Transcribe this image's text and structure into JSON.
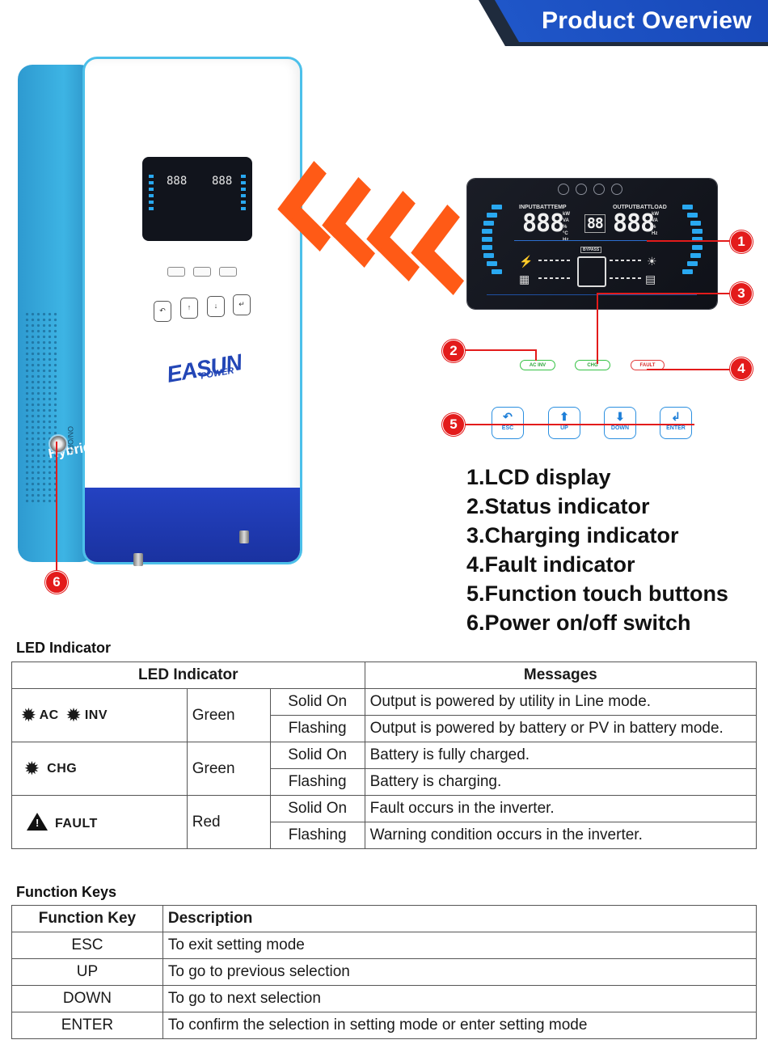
{
  "header": {
    "title": "Product Overview"
  },
  "device": {
    "model_label": "Hybrid Solar Inverter",
    "brand": "EASUN",
    "brand_sub": "POWER",
    "switch_label": "ON/OFF"
  },
  "lcd": {
    "input_label": "INPUTBATTTEMP",
    "output_label": "OUTPUTBATTLOAD",
    "input_value": "888",
    "output_value": "888",
    "mid_value": "88",
    "units_left": "kW VA % °C Hz",
    "units_right": "kW VA % Hz",
    "bypass_label": "BYPASS"
  },
  "indicators": {
    "ac_inv": "AC INV",
    "chg": "CHG",
    "fault": "FAULT"
  },
  "touch_keys": [
    {
      "label": "ESC",
      "icon": "return-arrow-icon"
    },
    {
      "label": "UP",
      "icon": "up-arrow-icon"
    },
    {
      "label": "DOWN",
      "icon": "down-arrow-icon"
    },
    {
      "label": "ENTER",
      "icon": "enter-arrow-icon"
    }
  ],
  "callouts": [
    "1",
    "2",
    "3",
    "4",
    "5",
    "6"
  ],
  "features": [
    "1.LCD display",
    "2.Status indicator",
    "3.Charging indicator",
    "4.Fault indicator",
    "5.Function touch buttons",
    "6.Power on/off switch"
  ],
  "led_table": {
    "section_title": "LED Indicator",
    "header_indicator": "LED Indicator",
    "header_messages": "Messages",
    "rows": [
      {
        "icon_label_1": "AC",
        "icon_label_2": "INV",
        "color": "Green",
        "solid": "Solid On",
        "solid_msg": "Output is powered by utility in Line mode.",
        "flash": "Flashing",
        "flash_msg": "Output is powered by battery or PV in battery mode."
      },
      {
        "icon_label_1": "CHG",
        "color": "Green",
        "solid": "Solid On",
        "solid_msg": "Battery is fully charged.",
        "flash": "Flashing",
        "flash_msg": "Battery is charging."
      },
      {
        "icon_label_1": "FAULT",
        "color": "Red",
        "solid": "Solid On",
        "solid_msg": "Fault occurs in the inverter.",
        "flash": "Flashing",
        "flash_msg": "Warning condition occurs in the inverter."
      }
    ]
  },
  "keys_table": {
    "section_title": "Function Keys",
    "header_key": "Function Key",
    "header_desc": "Description",
    "rows": [
      {
        "key": "ESC",
        "desc": "To exit setting mode"
      },
      {
        "key": "UP",
        "desc": "To go to previous selection"
      },
      {
        "key": "DOWN",
        "desc": "To go to next selection"
      },
      {
        "key": "ENTER",
        "desc": "To confirm the selection in setting mode or enter setting mode"
      }
    ]
  },
  "colors": {
    "accent_blue": "#1f56c8",
    "callout_red": "#e31b1b",
    "arrow_orange": "#ff5a16",
    "led_green": "#35c244"
  }
}
